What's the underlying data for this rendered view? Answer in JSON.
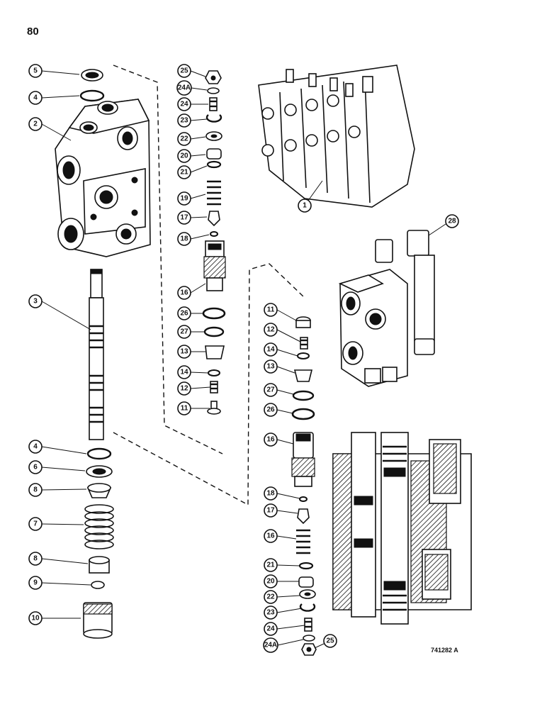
{
  "page": {
    "page_number": "80",
    "figure_code": "741282 A"
  },
  "callouts_left": [
    "5",
    "4",
    "2",
    "3",
    "4",
    "6",
    "8",
    "7",
    "8",
    "9",
    "10"
  ],
  "callouts_center_upper": [
    "25",
    "24A",
    "24",
    "23",
    "22",
    "20",
    "21",
    "19",
    "17",
    "18",
    "16",
    "26",
    "27",
    "13",
    "14",
    "12",
    "11"
  ],
  "callouts_center_lower": [
    "11",
    "12",
    "14",
    "13",
    "27",
    "26",
    "16",
    "18",
    "17",
    "16",
    "21",
    "20",
    "22",
    "23",
    "24",
    "24A",
    "25"
  ],
  "callouts_right": [
    "1",
    "28"
  ]
}
